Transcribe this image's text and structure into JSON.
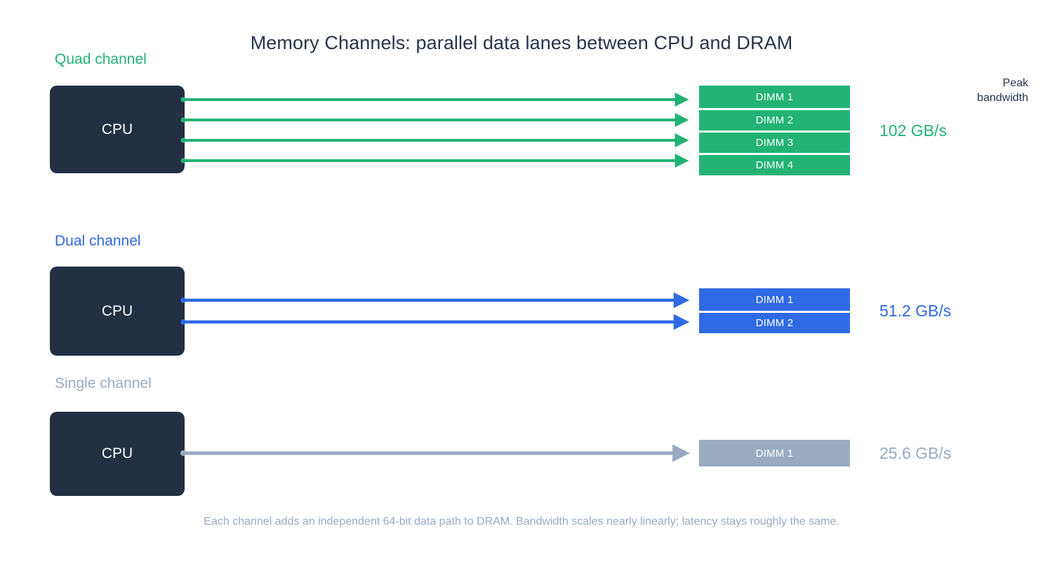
{
  "title": "Memory Channels: parallel data lanes between CPU and DRAM",
  "peak_caption_line1": "Peak",
  "peak_caption_line2": "bandwidth",
  "footnote": "Each channel adds an independent 64-bit data path to DRAM. Bandwidth scales nearly linearly; latency stays roughly the same.",
  "colors": {
    "green": "#23b276",
    "blue": "#2f6ae4",
    "gray": "#9aabc2",
    "cpu_navy": "#232f43",
    "title_navy": "#27334a",
    "background": "#ffffff"
  },
  "sections": [
    {
      "label": "Quad channel",
      "color": "#23b276",
      "cpu_label": "CPU",
      "channels": 4,
      "dimms": [
        "DIMM 1",
        "DIMM 2",
        "DIMM 3",
        "DIMM 4"
      ],
      "bandwidth": "102 GB/s"
    },
    {
      "label": "Dual channel",
      "color": "#2f6ae4",
      "cpu_label": "CPU",
      "channels": 2,
      "dimms": [
        "DIMM 1",
        "DIMM 2"
      ],
      "bandwidth": "51.2 GB/s"
    },
    {
      "label": "Single channel",
      "color": "#9aabc2",
      "cpu_label": "CPU",
      "channels": 1,
      "dimms": [
        "DIMM 1"
      ],
      "bandwidth": "25.6 GB/s"
    }
  ],
  "chart_data": {
    "type": "bar",
    "title": "Memory Channels: parallel data lanes between CPU and DRAM",
    "categories": [
      "Quad channel",
      "Dual channel",
      "Single channel"
    ],
    "values": [
      102,
      51.2,
      25.6
    ],
    "value_labels": [
      "102 GB/s",
      "51.2 GB/s",
      "25.6 GB/s"
    ],
    "channel_counts": [
      4,
      2,
      1
    ],
    "ylabel": "Peak bandwidth",
    "xlabel": "",
    "series_colors": [
      "#23b276",
      "#2f6ae4",
      "#9aabc2"
    ],
    "annotation": "Each channel adds an independent 64-bit data path to DRAM. Bandwidth scales nearly linearly; latency stays roughly the same."
  }
}
